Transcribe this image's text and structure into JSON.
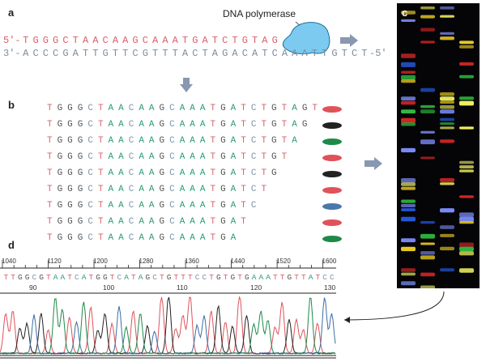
{
  "panels": {
    "a": "a",
    "b": "b",
    "c": "c",
    "d": "d"
  },
  "panel_a": {
    "enzyme_label": "DNA polymerase",
    "top_prefix": "5'-",
    "top_strand": "TGGGCTAACAAGCAAATGATCTGTAG",
    "bottom_prefix": "3'-",
    "bottom_strand": "ACCCGATTGTTCGTTTACTAGACATCAAATTGTCT",
    "bottom_suffix": "-5'"
  },
  "panel_b": {
    "fragments": [
      {
        "seq": "TGGGCTAACAAGCAAATGATCTGTAGT",
        "tag_color": "#e0525a"
      },
      {
        "seq": "TGGGCTAACAAGCAAATGATCTGTAG",
        "tag_color": "#222222"
      },
      {
        "seq": "TGGGCTAACAAGCAAATGATCTGTA",
        "tag_color": "#1e8a4a"
      },
      {
        "seq": "TGGGCTAACAAGCAAATGATCTGT",
        "tag_color": "#e0525a"
      },
      {
        "seq": "TGGGCTAACAAGCAAATGATCTG",
        "tag_color": "#222222"
      },
      {
        "seq": "TGGGCTAACAAGCAAATGATCT",
        "tag_color": "#e0525a"
      },
      {
        "seq": "TGGGCTAACAAGCAAATGATC",
        "tag_color": "#4a78a8"
      },
      {
        "seq": "TGGGCTAACAAGCAAATGAT",
        "tag_color": "#e0525a"
      },
      {
        "seq": "TGGGCTAACAAGCAAATGA",
        "tag_color": "#1e8a4a"
      }
    ]
  },
  "panel_d": {
    "ruler_ticks": [
      "1040",
      "1120",
      "1200",
      "1280",
      "1360",
      "1440",
      "1520",
      "1600"
    ],
    "sequence": "TTGGCGTAATCATGGTCATAGCTGTTTCCTGTGTGAAATTGTTATCC",
    "positions": [
      "90",
      "100",
      "110",
      "120",
      "130"
    ]
  },
  "base_colors": {
    "T": "#d9606a",
    "G": "#555555",
    "C": "#7f95ad",
    "A": "#2a9a7a"
  }
}
